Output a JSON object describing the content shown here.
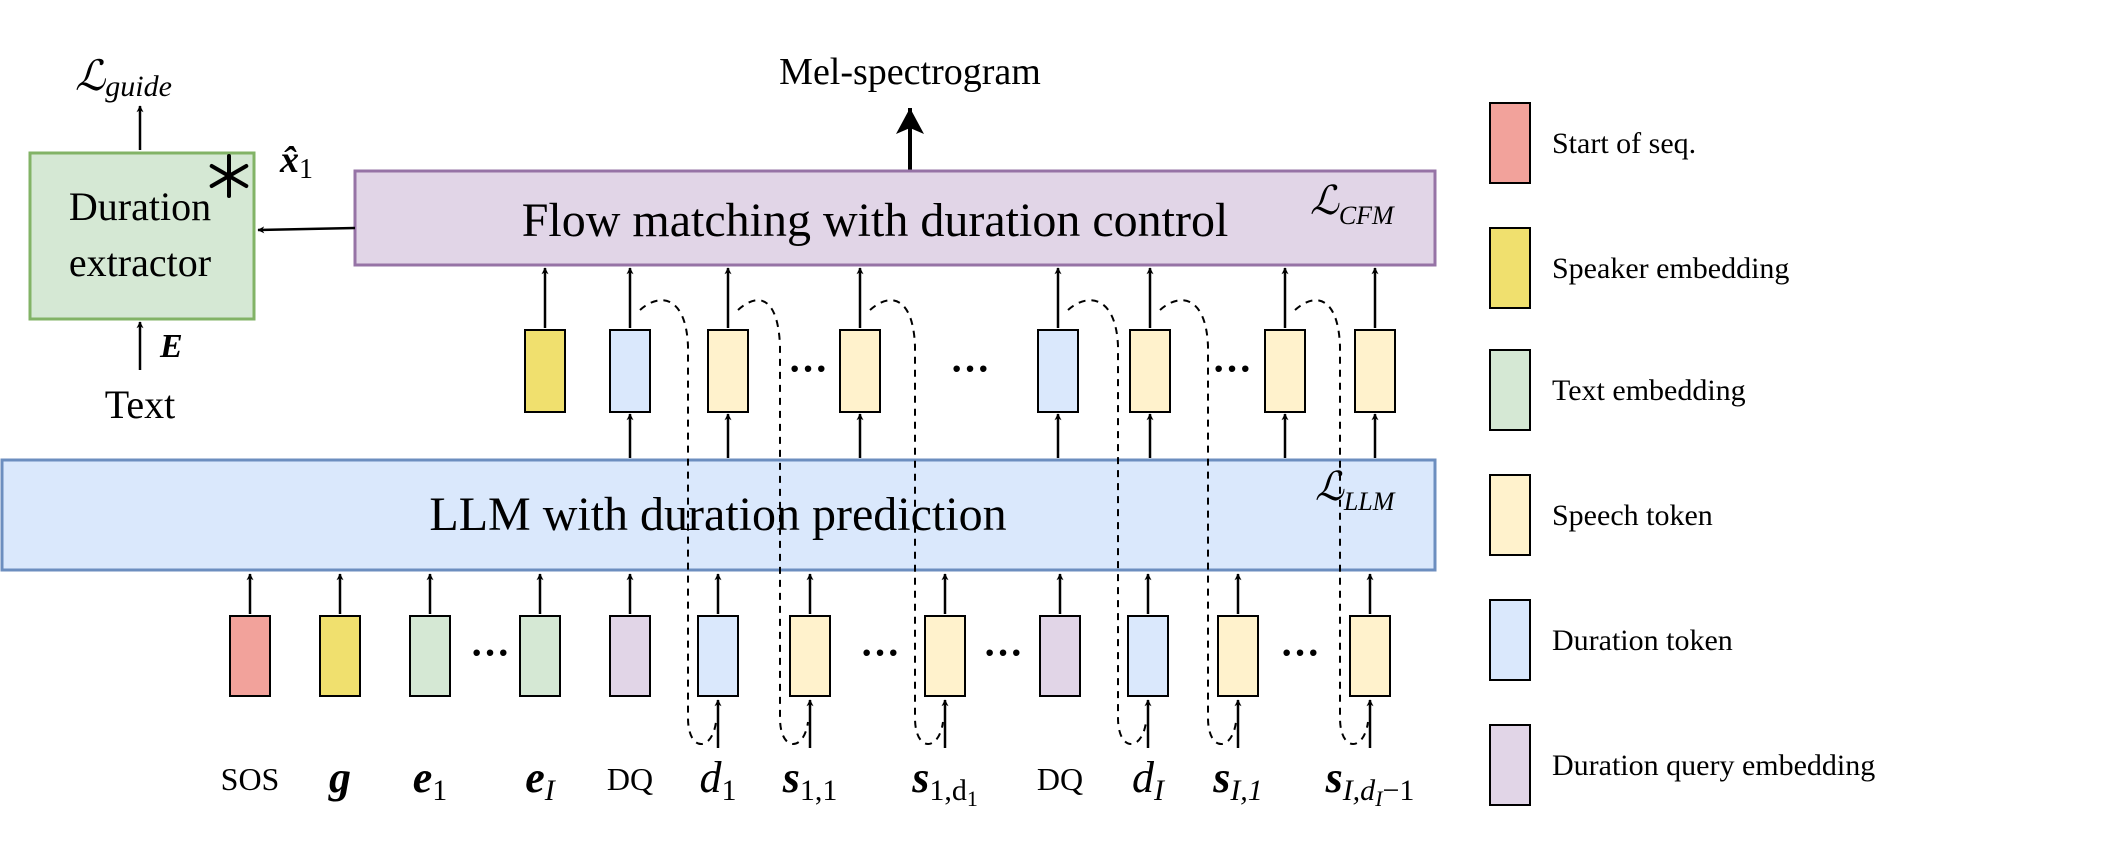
{
  "colors": {
    "sos": "#f2a29b",
    "speaker": "#f0e06e",
    "text_emb": "#d5e8d4",
    "speech": "#fff2cc",
    "duration": "#dae8fc",
    "dq": "#e1d5e7",
    "llm_fill": "#dae8fc",
    "llm_stroke": "#6c8ebf",
    "flow_fill": "#e1d5e7",
    "flow_stroke": "#9673a6",
    "extractor_fill": "#d5e8d4",
    "extractor_stroke": "#82b366"
  },
  "flow_block": {
    "label": "Flow matching with duration control",
    "loss": "ℒ",
    "loss_sub": "CFM"
  },
  "llm_block": {
    "label": "LLM with duration prediction",
    "loss": "ℒ",
    "loss_sub": "LLM"
  },
  "extractor": {
    "line1": "Duration",
    "line2": "extractor",
    "frozen_icon": "snowflake-icon",
    "loss": "ℒ",
    "loss_sub": "guide",
    "input_text": "Text",
    "input_symbol": "E",
    "output_symbol": "x̂",
    "output_sub": "1"
  },
  "output_label": "Mel-spectrogram",
  "ellipsis": "···",
  "inputs": {
    "sos": "SOS",
    "g": "g",
    "e1": "e",
    "e1_sub": "1",
    "eI": "e",
    "eI_sub": "I",
    "dq": "DQ",
    "d1": "d",
    "d1_sub": "1",
    "s11": "s",
    "s11_sub": "1,1",
    "s1d1": "s",
    "s1d1_sub": "1,d",
    "s1d1_subsub": "1",
    "dI": "d",
    "dI_sub": "I",
    "sI1": "s",
    "sI1_sub": "I,1",
    "sIdI": "s",
    "sIdI_sub": "I,d",
    "sIdI_subsub": "I",
    "sIdI_tail": "−1"
  },
  "legend": [
    {
      "label": "Start of seq.",
      "color": "#f2a29b"
    },
    {
      "label": "Speaker embedding",
      "color": "#f0e06e"
    },
    {
      "label": "Text embedding",
      "color": "#d5e8d4"
    },
    {
      "label": "Speech token",
      "color": "#fff2cc"
    },
    {
      "label": "Duration token",
      "color": "#dae8fc"
    },
    {
      "label": "Duration query embedding",
      "color": "#e1d5e7"
    }
  ]
}
